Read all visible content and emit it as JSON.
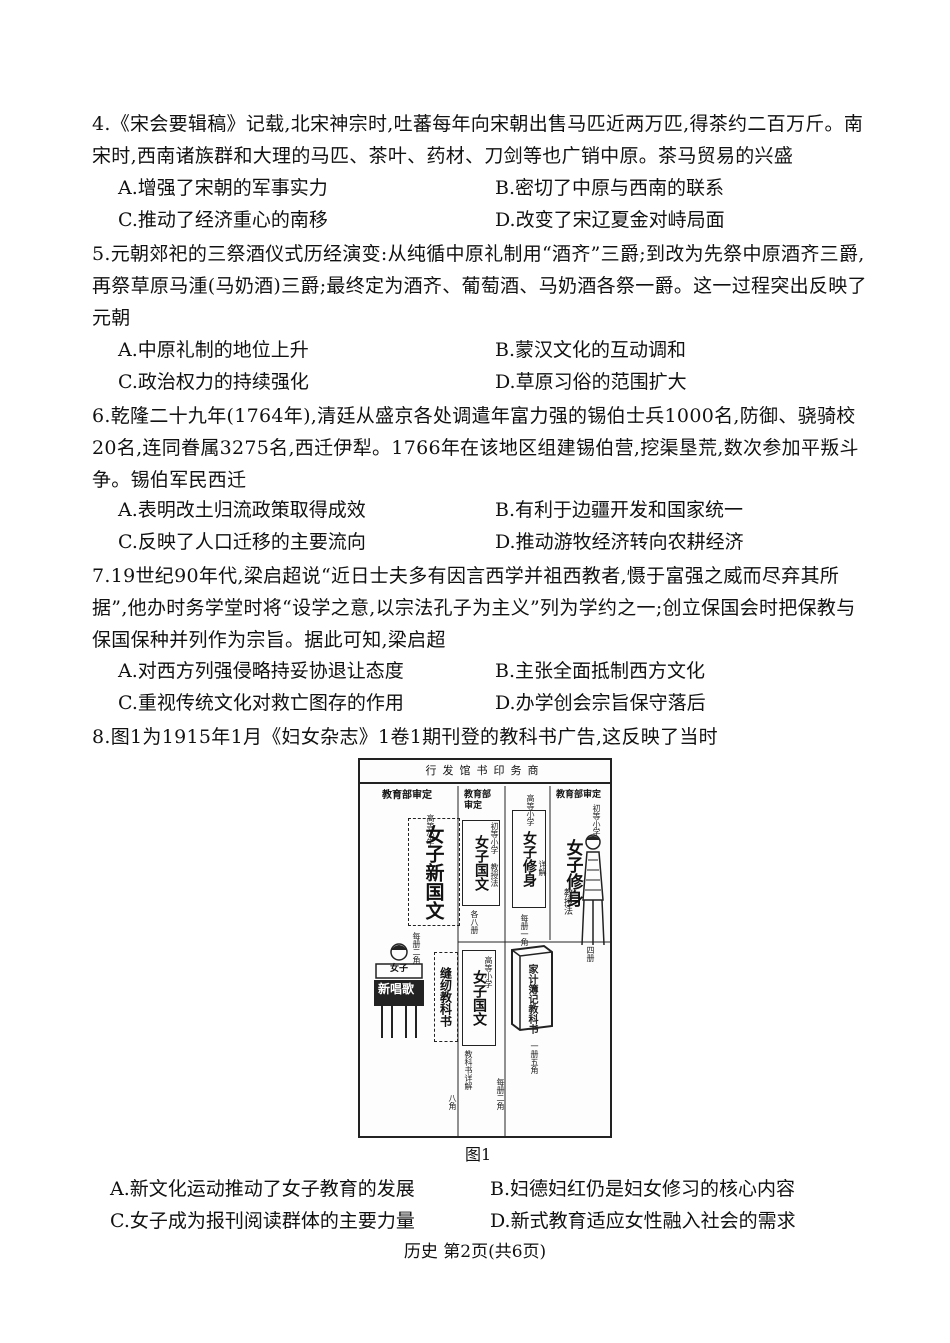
{
  "questions": [
    {
      "stem": "4.《宋会要辑稿》记载,北宋神宗时,吐蕃每年向宋朝出售马匹近两万匹,得茶约二百万斤。南宋时,西南诸族群和大理的马匹、茶叶、药材、刀剑等也广销中原。茶马贸易的兴盛",
      "options": {
        "A": "A.增强了宋朝的军事实力",
        "B": "B.密切了中原与西南的联系",
        "C": "C.推动了经济重心的南移",
        "D": "D.改变了宋辽夏金对峙局面"
      }
    },
    {
      "stem": "5.元朝郊祀的三祭酒仪式历经演变:从纯循中原礼制用“酒齐”三爵;到改为先祭中原酒齐三爵,再祭草原马湩(马奶酒)三爵;最终定为酒齐、葡萄酒、马奶酒各祭一爵。这一过程突出反映了元朝",
      "options": {
        "A": "A.中原礼制的地位上升",
        "B": "B.蒙汉文化的互动调和",
        "C": "C.政治权力的持续强化",
        "D": "D.草原习俗的范围扩大"
      }
    },
    {
      "stem": "6.乾隆二十九年(1764年),清廷从盛京各处调遣年富力强的锡伯士兵1000名,防御、骁骑校20名,连同眷属3275名,西迁伊犁。1766年在该地区组建锡伯营,挖渠垦荒,数次参加平叛斗争。锡伯军民西迁",
      "options": {
        "A": "A.表明改土归流政策取得成效",
        "B": "B.有利于边疆开发和国家统一",
        "C": "C.反映了人口迁移的主要流向",
        "D": "D.推动游牧经济转向农耕经济"
      }
    },
    {
      "stem": "7.19世纪90年代,梁启超说“近日士夫多有因言西学并祖西教者,慑于富强之威而尽弃其所据”,他办时务学堂时将“设学之意,以宗法孔子为主义”列为学约之一;创立保国会时把保教与保国保种并列作为宗旨。据此可知,梁启超",
      "options": {
        "A": "A.对西方列强侵略持妥协退让态度",
        "B": "B.主张全面抵制西方文化",
        "C": "C.重视传统文化对救亡图存的作用",
        "D": "D.办学创会宗旨保守落后"
      }
    },
    {
      "stem": "8.图1为1915年1月《妇女杂志》1卷1期刊登的教科书广告,这反映了当时",
      "options": {
        "A": "A.新文化运动推动了女子教育的发展",
        "B": "B.妇德妇红仍是妇女修习的核心内容",
        "C": "C.女子成为报刊阅读群体的主要力量",
        "D": "D.新式教育适应女性融入社会的需求"
      }
    }
  ],
  "figure": {
    "header": "商务印书馆发行",
    "caption": "图1",
    "ads": {
      "xinguowen": {
        "tag": "教育部审定",
        "series": "高等小学",
        "title": "女子新国文"
      },
      "guowen_gao": {
        "tag": "教育部审定",
        "title": "女子国文",
        "sub": "初等小学 教授法"
      },
      "xiushen_xiang": {
        "series": "高等小学",
        "title": "女子修身",
        "sub": "详解"
      },
      "xiushen": {
        "tag": "教育部审定",
        "series": "初等小学",
        "title": "女子修身",
        "sub": "教授法"
      },
      "changge": {
        "series": "女子",
        "title": "新唱歌"
      },
      "fengren": {
        "title": "缝纫教科书"
      },
      "guowen_xiang": {
        "series": "高等小学",
        "title": "女子国文",
        "sub": "教科书详解"
      },
      "jiashi": {
        "title": "家计簿记教科书"
      },
      "prices": [
        "每册二角",
        "各八册",
        "每册一角",
        "四册",
        "一册五角",
        "每册二角",
        "八角"
      ]
    }
  },
  "footer": "历史 第2页(共6页)"
}
